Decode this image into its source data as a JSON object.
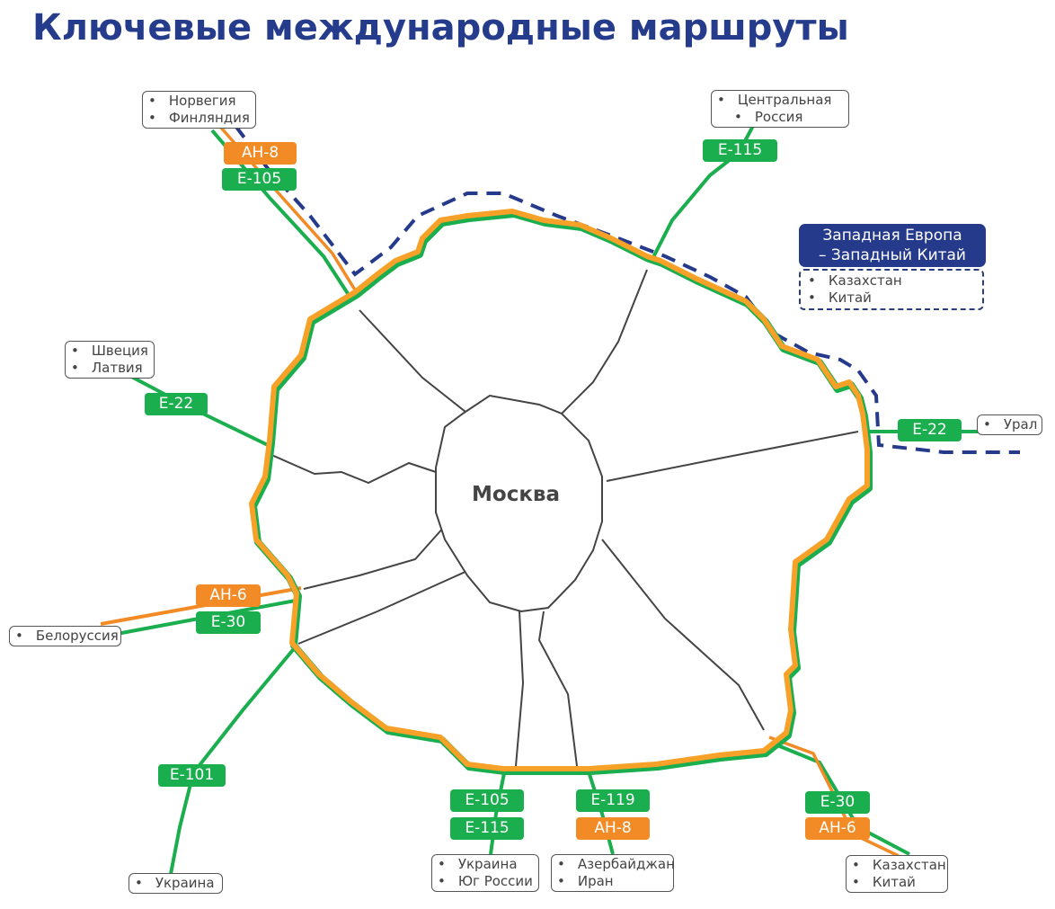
{
  "title": "Ключевые международные маршруты",
  "center_label": "Москва",
  "colors": {
    "green": "#1aae4e",
    "orange": "#f28b26",
    "navy": "#263a8c",
    "road": "#444444"
  },
  "routes": {
    "nw_ah8": "АН-8",
    "nw_e105": "Е-105",
    "ne_e115": "Е-115",
    "w_e22": "Е-22",
    "e_e22": "Е-22",
    "w_ah6": "АН-6",
    "w_e30": "Е-30",
    "sw_e101": "Е-101",
    "s_e105": "Е-105",
    "s_e115": "Е-115",
    "s_e119": "Е-119",
    "s_ah8": "АН-8",
    "se_e30": "Е-30",
    "se_ah6": "АН-6"
  },
  "destinations": {
    "nw": [
      "Норвегия",
      "Финляндия"
    ],
    "ne": [
      "Центральная",
      "Россия"
    ],
    "w": [
      "Швеция",
      "Латвия"
    ],
    "e": [
      "Урал"
    ],
    "wb": [
      "Белоруссия"
    ],
    "sw": [
      "Украина"
    ],
    "s1": [
      "Украина",
      "Юг России"
    ],
    "s2": [
      "Азербайджан",
      "Иран"
    ],
    "se": [
      "Казахстан",
      "Китай"
    ]
  },
  "legend": {
    "title_line1": "Западная Европа",
    "title_line2": "– Западный Китай",
    "items": [
      "Казахстан",
      "Китай"
    ]
  }
}
